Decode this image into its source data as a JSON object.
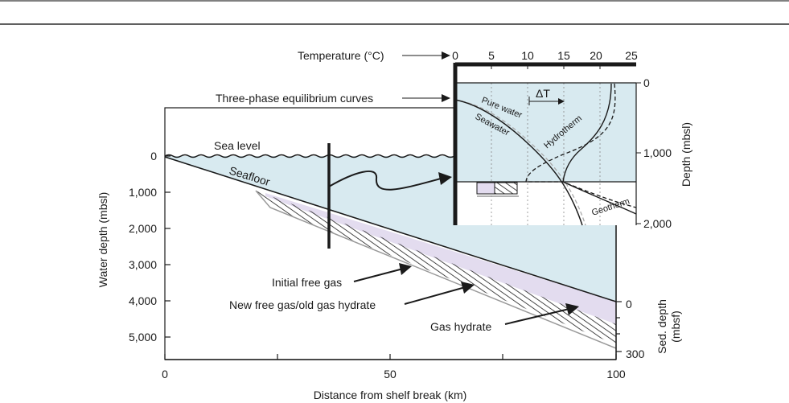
{
  "main": {
    "xaxis": {
      "label": "Distance from shelf break (km)",
      "ticks": [
        "0",
        "50",
        "100"
      ]
    },
    "yaxis": {
      "label": "Water depth (mbsl)",
      "ticks": [
        "0",
        "1,000",
        "2,000",
        "3,000",
        "4,000",
        "5,000"
      ]
    },
    "sed_axis": {
      "label_line1": "Sed. depth",
      "label_line2": "(mbsf)",
      "ticks": [
        "0",
        "300"
      ]
    },
    "labels": {
      "sea_level": "Sea level",
      "seafloor": "Seafloor",
      "initial_free_gas": "Initial free gas",
      "new_free_gas": "New free gas/old gas hydrate",
      "gas_hydrate": "Gas hydrate"
    }
  },
  "inset": {
    "temperature_label": "Temperature (°C)",
    "temp_ticks": [
      "0",
      "5",
      "10",
      "15",
      "20",
      "25"
    ],
    "depth_label": "Depth (mbsl)",
    "depth_ticks": [
      "0",
      "1,000",
      "2,000"
    ],
    "equilibrium_label": "Three-phase equilibrium curves",
    "delta_t": "ΔT",
    "curves": {
      "pure_water": "Pure water",
      "seawater": "Seawater",
      "hydrotherm": "Hydrotherm",
      "geotherm": "Geotherm"
    }
  },
  "colors": {
    "water": "#d8eaf0",
    "free_gas": "#e3dcef",
    "hydrate_edge": "#9a9a9a",
    "ink": "#1a1a1a"
  }
}
